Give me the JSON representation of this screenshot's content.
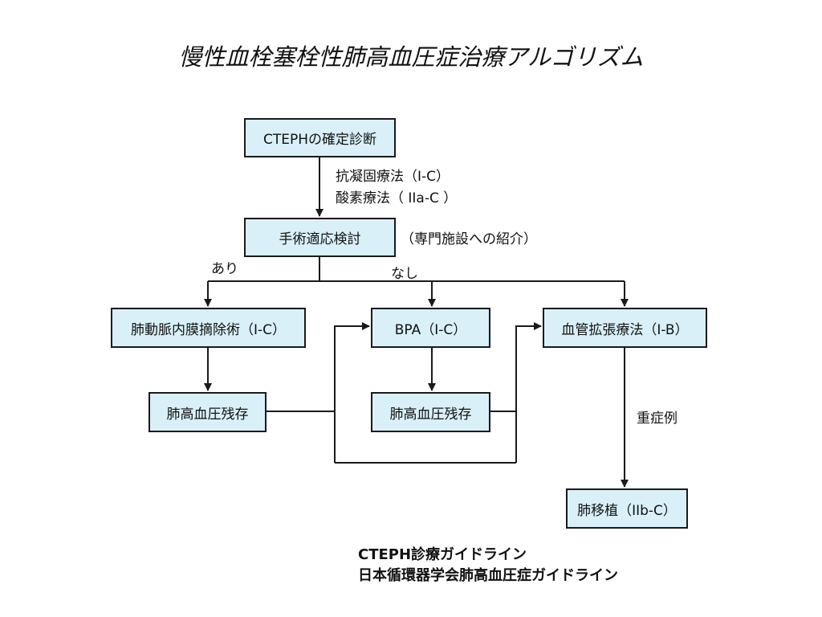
{
  "title": "慢性血栓塞栓性肺高血圧症治療アルゴリズム",
  "nodes": {
    "diagnosis": "CTEPHの確定診断",
    "surgery_eval": "手術適応検討",
    "pea": "肺動脈内膜摘除術（I-C）",
    "bpa": "BPA（I-C）",
    "vasodilator": "血管拡張療法（I-B）",
    "residual_ph_1": "肺高血圧残存",
    "residual_ph_2": "肺高血圧残存",
    "lung_transplant": "肺移植（IIb-C）"
  },
  "labels": {
    "anticoagulation": "抗凝固療法（I-C）",
    "oxygen_therapy": "酸素療法（ IIa-C ）",
    "referral": "（専門施設への紹介）",
    "yes": "あり",
    "no": "なし",
    "severe": "重症例"
  },
  "sources": {
    "line1": "CTEPH診療ガイドライン",
    "line2": "日本循環器学会肺高血圧症ガイドライン"
  }
}
